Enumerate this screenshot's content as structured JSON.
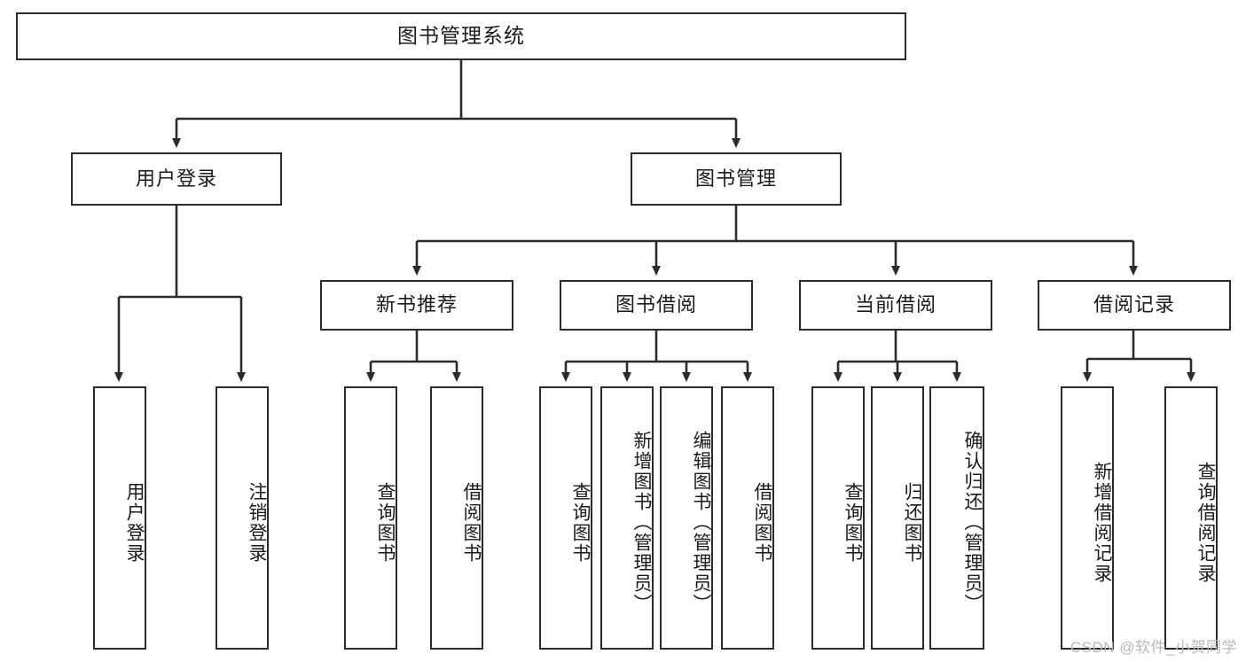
{
  "diagram": {
    "type": "tree-hierarchy",
    "title": "图书管理系统",
    "watermark": "CSDN @软件_小贺同学",
    "levels": 4,
    "colors": {
      "stroke": "#2b2b2b",
      "fill": "#ffffff",
      "text": "#1a1a1a",
      "watermark": "#b9b9b9"
    },
    "nodes": {
      "root": {
        "label": "图书管理系统"
      },
      "level2": [
        {
          "label": "用户登录"
        },
        {
          "label": "图书管理"
        }
      ],
      "level3": [
        {
          "label": "新书推荐"
        },
        {
          "label": "图书借阅"
        },
        {
          "label": "当前借阅"
        },
        {
          "label": "借阅记录"
        }
      ],
      "leaves_user_login": [
        {
          "label": "用户登录"
        },
        {
          "label": "注销登录"
        }
      ],
      "leaves_new_book": [
        {
          "label": "查询图书"
        },
        {
          "label": "借阅图书"
        }
      ],
      "leaves_borrow": [
        {
          "label": "查询图书"
        },
        {
          "label": "新增图书（管理员）"
        },
        {
          "label": "编辑图书（管理员）"
        },
        {
          "label": "借阅图书"
        }
      ],
      "leaves_current": [
        {
          "label": "查询图书"
        },
        {
          "label": "归还图书"
        },
        {
          "label": "确认归还（管理员）"
        }
      ],
      "leaves_record": [
        {
          "label": "新增借阅记录"
        },
        {
          "label": "查询借阅记录"
        }
      ]
    }
  }
}
